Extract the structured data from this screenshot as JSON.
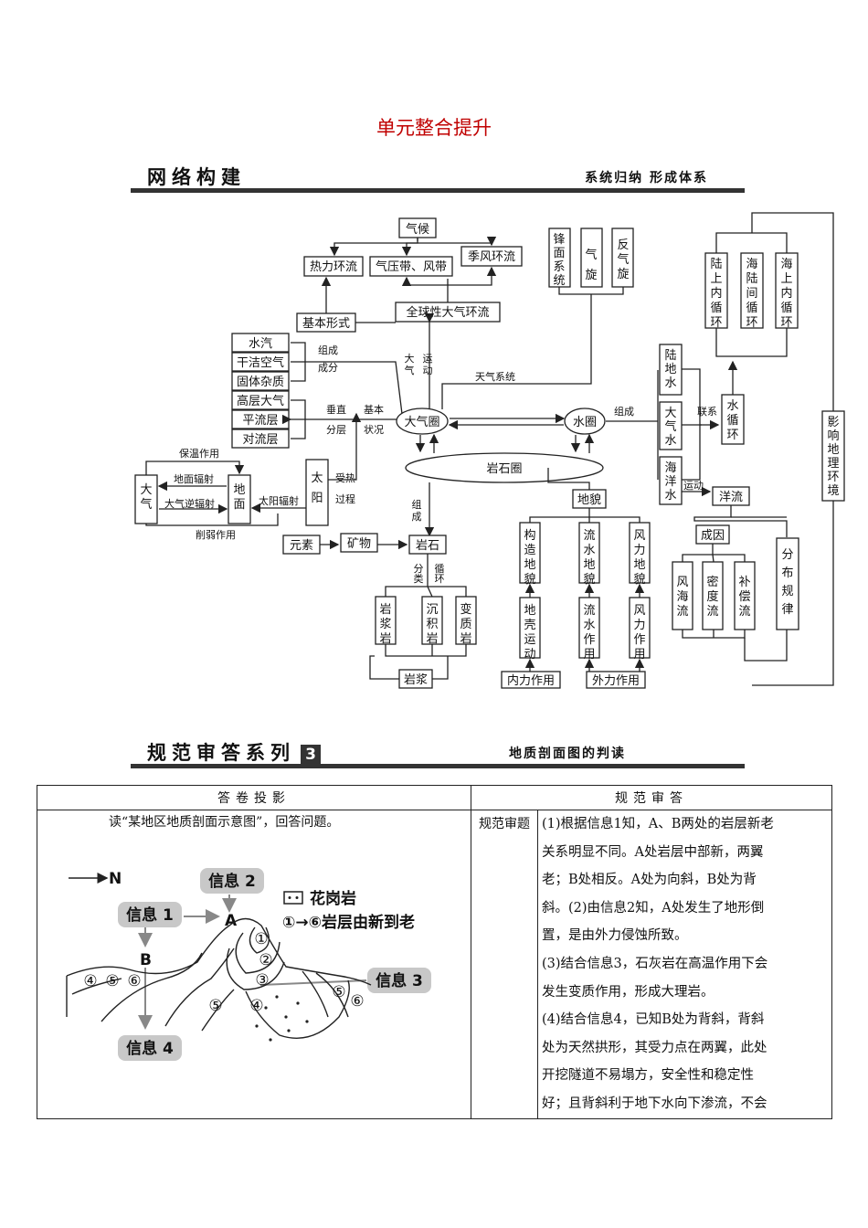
{
  "title": "单元整合提升",
  "sec1": {
    "left": "网络构建",
    "right": "系统归纳 形成体系"
  },
  "sec2": {
    "left": "规范审答系列",
    "num": "3",
    "right": "地质剖面图的判读"
  },
  "diagram": {
    "qihou": "气候",
    "relihuanliu": "热力环流",
    "qiyadai": "气压带、风带",
    "jifeng": "季风环流",
    "quanqiu": "全球性大气环流",
    "jiben": "基本形式",
    "fengmian": [
      "锋",
      "面",
      "系",
      "统"
    ],
    "qixuan": [
      "气",
      "旋"
    ],
    "fanqixuan": [
      "反",
      "气",
      "旋"
    ],
    "shuiqi": "水汽",
    "ganjie": "干洁空气",
    "guti": "固体杂质",
    "gaoceng": "高层大气",
    "pingliu": "平流层",
    "duiliu": "对流层",
    "zucheng": "组成",
    "chengfen": "成分",
    "chuizhi": "垂直",
    "fenceng": "分层",
    "jibenz": "基本",
    "zhuangkuang": "状况",
    "daqi_v": [
      "大",
      "气"
    ],
    "yundong_v": [
      "运",
      "动"
    ],
    "tianqi": "天气系统",
    "daqiquan": "大气圈",
    "shuiquan": "水圈",
    "yanshiquan": "岩石圈",
    "zucheng2": "组成",
    "lianxi": "联系",
    "ludi": [
      "陆",
      "地",
      "水"
    ],
    "daqishui": [
      "大",
      "气",
      "水"
    ],
    "haiyang": [
      "海",
      "洋",
      "水"
    ],
    "shuixunhuan": [
      "水",
      "循",
      "环"
    ],
    "lushang": [
      "陆",
      "上",
      "内",
      "循",
      "环"
    ],
    "hailu": [
      "海",
      "陆",
      "间",
      "循",
      "环"
    ],
    "haishang": [
      "海",
      "上",
      "内",
      "循",
      "环"
    ],
    "yingxiang": [
      "影",
      "响",
      "地",
      "理",
      "环",
      "境"
    ],
    "yundong2": "运动",
    "yangliu": "洋流",
    "chengyin": "成因",
    "fenhailiu": [
      "风",
      "海",
      "流"
    ],
    "miduliu": [
      "密",
      "度",
      "流"
    ],
    "buchang": [
      "补",
      "偿",
      "流"
    ],
    "fenbu": [
      "分",
      "布",
      "规",
      "律"
    ],
    "baowen": "保温作用",
    "dimianfushe": "地面辐射",
    "niqifushe": "大气逆辐射",
    "taiyangfushe": "太阳辐射",
    "xueruo": "削弱作用",
    "daqi2": [
      "大",
      "气"
    ],
    "dimian": [
      "地",
      "面"
    ],
    "taiyang": [
      "太",
      "阳"
    ],
    "shourexx": "受热",
    "guocheng": "过程",
    "zucheng3": [
      "组",
      "成"
    ],
    "yuansu": "元素",
    "kuangwu": "矿物",
    "yanshi": "岩石",
    "fenlei": [
      "分",
      "类"
    ],
    "xunhuan": [
      "循",
      "环"
    ],
    "jiangyan": [
      "岩",
      "浆",
      "岩"
    ],
    "chenji": [
      "沉",
      "积",
      "岩"
    ],
    "bianzhi": [
      "变",
      "质",
      "岩"
    ],
    "yanjiang": "岩浆",
    "dimao": "地貌",
    "gouzao": [
      "构",
      "造",
      "地",
      "貌"
    ],
    "liushui": [
      "流",
      "水",
      "地",
      "貌"
    ],
    "fengli": [
      "风",
      "力",
      "地",
      "貌"
    ],
    "diqiao": [
      "地",
      "壳",
      "运",
      "动"
    ],
    "liushuizy": [
      "流",
      "水",
      "作",
      "用"
    ],
    "fenglizy": [
      "风",
      "力",
      "作",
      "用"
    ],
    "neili": "内力作用",
    "waili": "外力作用"
  },
  "table": {
    "h1": "答卷投影",
    "h2": "规范审答",
    "question": "读“某地区地质剖面示意图”，回答问题。",
    "mid_label": "规范审题",
    "lines": [
      "(1)根据信息1知，A、B两处的岩层新老",
      "关系明显不同。A处岩层中部新，两翼",
      "老；B处相反。A处为向斜，B处为背",
      "斜。(2)由信息2知，A处发生了地形倒",
      "置，是由外力侵蚀所致。",
      "(3)结合信息3，石灰岩在高温作用下会",
      "发生变质作用，形成大理岩。",
      "(4)结合信息4，已知B处为背斜，背斜",
      "处为天然拱形，其受力点在两翼，此处",
      "开挖隧道不易塌方，安全性和稳定性",
      "好；且背斜利于地下水向下渗流，不会"
    ],
    "fig": {
      "north": "N",
      "info1": "信息 1",
      "info2": "信息 2",
      "info3": "信息 3",
      "info4": "信息 4",
      "A": "A",
      "B": "B",
      "legend1": "花岗岩",
      "legend2": "①→⑥岩层由新到老",
      "c1": "①",
      "c2": "②",
      "c3": "③",
      "c4": "④",
      "c5": "⑤",
      "c6": "⑥"
    }
  }
}
